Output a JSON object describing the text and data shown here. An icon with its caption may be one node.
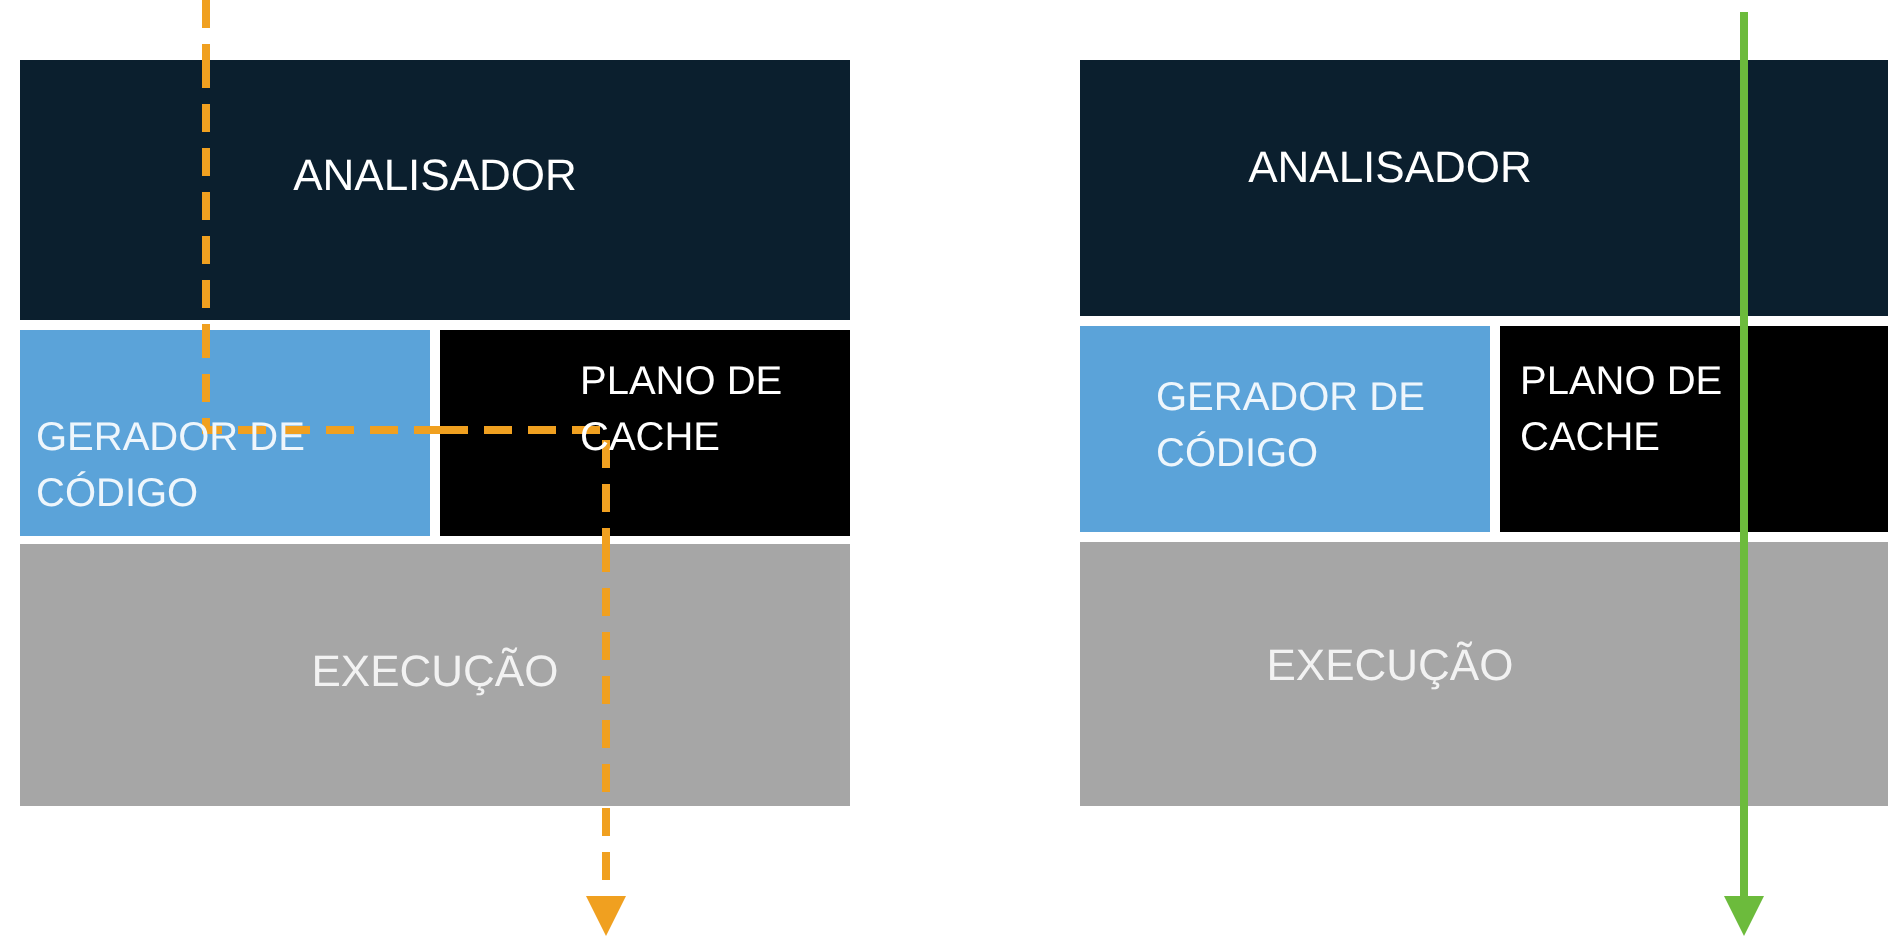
{
  "diagram": {
    "nodes": [
      {
        "text": [
          "ANALISADOR"
        ]
      },
      {
        "text": [
          "GERADOR DE CÓDIGO"
        ]
      },
      {
        "text": [
          "PLANO DE CACHE"
        ]
      },
      {
        "text": [
          "EXECUÇÃO"
        ]
      },
      {
        "text": [
          "ANALISADOR"
        ]
      },
      {
        "text": [
          "GERADOR DE CÓDIGO"
        ]
      },
      {
        "text": [
          "PLANO DE CACHE"
        ]
      },
      {
        "text": [
          "EXECUÇÃO"
        ]
      }
    ],
    "edges": [
      {
        "from": null,
        "to": 0,
        "arrow": "none",
        "style": "dashed",
        "color": "#f0a020"
      },
      {
        "from": 0,
        "to": 1,
        "arrow": "none",
        "style": "dashed",
        "color": "#f0a020"
      },
      {
        "from": 1,
        "to": 2,
        "arrow": "none",
        "style": "dashed",
        "color": "#f0a020"
      },
      {
        "from": 2,
        "to": 3,
        "arrow": "none",
        "style": "dashed",
        "color": "#f0a020"
      },
      {
        "from": 3,
        "to": null,
        "arrow": "to",
        "style": "dashed",
        "color": "#f0a020"
      },
      {
        "from": null,
        "to": 4,
        "arrow": "none",
        "color": "#6cbb3c"
      },
      {
        "from": 4,
        "to": 6,
        "arrow": "none",
        "color": "#6cbb3c"
      },
      {
        "from": 6,
        "to": 7,
        "arrow": "none",
        "color": "#6cbb3c"
      },
      {
        "from": 7,
        "to": null,
        "arrow": "to",
        "color": "#6cbb3c"
      }
    ]
  }
}
